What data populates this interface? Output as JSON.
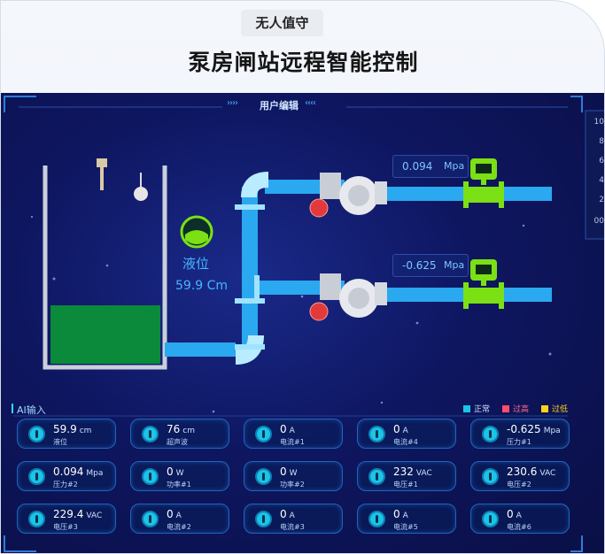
{
  "page": {
    "badge": "无人值守",
    "headline": "泵房闸站远程智能控制"
  },
  "scada": {
    "top_title": "用户编辑",
    "arrows_left": "››››",
    "arrows_right": "‹‹‹‹",
    "side_labels": [
      "10",
      "8",
      "6",
      "4",
      "2",
      "00"
    ],
    "level": {
      "title": "液位",
      "value": "59.9 Cm"
    },
    "pressures": [
      {
        "value": "0.094",
        "unit": "Mpa"
      },
      {
        "value": "-0.625",
        "unit": "Mpa"
      }
    ],
    "section_title": "AI输入",
    "legend": [
      {
        "label": "正常",
        "color": "#19c6e6",
        "text_color": "#cfe0ff"
      },
      {
        "label": "过高",
        "color": "#ff4d6d",
        "text_color": "#ff6d88"
      },
      {
        "label": "过低",
        "color": "#ffd21a",
        "text_color": "#ffd21a"
      }
    ],
    "tiles": [
      {
        "value": "59.9",
        "unit": "cm",
        "label": "液位"
      },
      {
        "value": "76",
        "unit": "cm",
        "label": "超声波"
      },
      {
        "value": "0",
        "unit": "A",
        "label": "电流#1"
      },
      {
        "value": "0",
        "unit": "A",
        "label": "电流#4"
      },
      {
        "value": "-0.625",
        "unit": "Mpa",
        "label": "压力#1"
      },
      {
        "value": "0.094",
        "unit": "Mpa",
        "label": "压力#2"
      },
      {
        "value": "0",
        "unit": "W",
        "label": "功率#1"
      },
      {
        "value": "0",
        "unit": "W",
        "label": "功率#2"
      },
      {
        "value": "232",
        "unit": "VAC",
        "label": "电压#1"
      },
      {
        "value": "230.6",
        "unit": "VAC",
        "label": "电压#2"
      },
      {
        "value": "229.4",
        "unit": "VAC",
        "label": "电压#3"
      },
      {
        "value": "0",
        "unit": "A",
        "label": "电流#2"
      },
      {
        "value": "0",
        "unit": "A",
        "label": "电流#3"
      },
      {
        "value": "0",
        "unit": "A",
        "label": "电流#5"
      },
      {
        "value": "0",
        "unit": "A",
        "label": "电流#6"
      }
    ],
    "tank_fill": 0.3,
    "colors": {
      "pipe": "#2aa8f0",
      "water": "#0a8a3a",
      "meter": "#7be014",
      "alarm": "#e23a3a"
    }
  }
}
